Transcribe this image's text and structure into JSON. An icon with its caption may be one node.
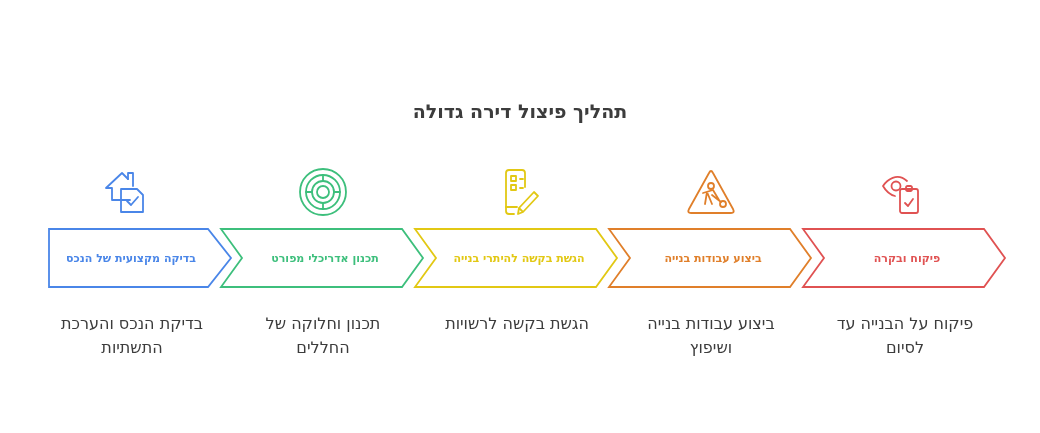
{
  "diagram": {
    "title": "תהליך פיצול דירה גדולה",
    "nodes": [
      {
        "text": [
          "בדיקה מקצועית של הנכס"
        ],
        "beside": [
          "בדיקת הנכס והערכת התשתיות"
        ]
      },
      {
        "text": [
          "תכנון אדריכלי מפורט"
        ],
        "beside": [
          "תכנון וחלוקה של החללים"
        ]
      },
      {
        "text": [
          "הגשת בקשה להיתרי בנייה"
        ],
        "beside": [
          "הגשת בקשה לרשויות"
        ]
      },
      {
        "text": [
          "ביצוע עבודות בנייה"
        ],
        "beside": [
          "ביצוע עבודות בנייה ושיפוץ"
        ]
      },
      {
        "text": [
          "פיקוח ובקרה"
        ],
        "beside": [
          "פיקוח על הבנייה עד לסיום"
        ]
      }
    ]
  }
}
